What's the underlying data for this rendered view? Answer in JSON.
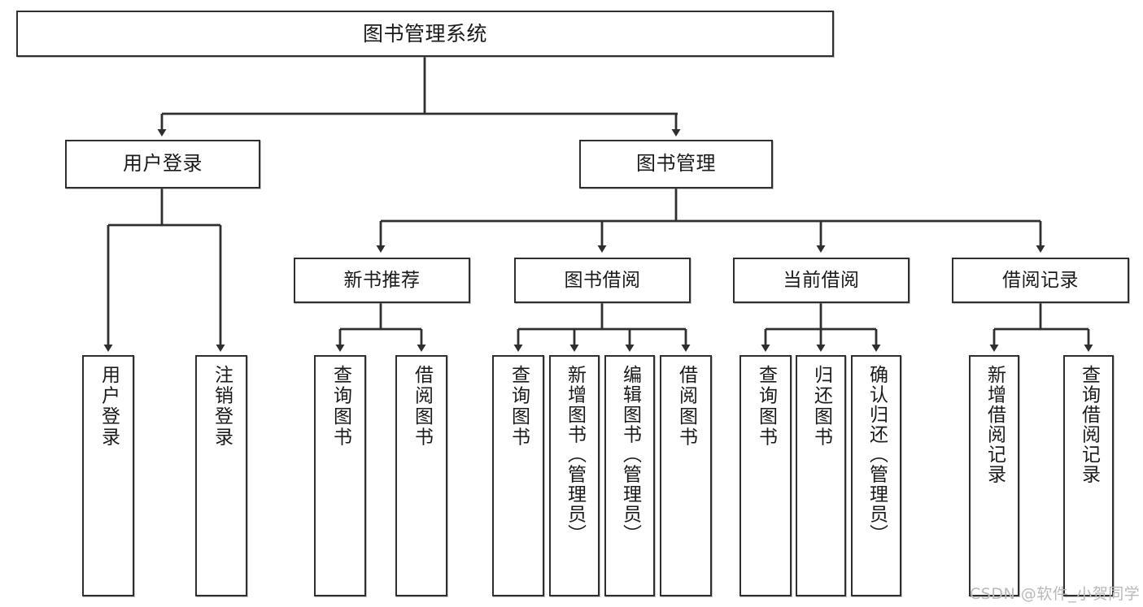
{
  "diagram": {
    "title": "图书管理系统",
    "type": "tree-hierarchy-chart",
    "root": {
      "label": "图书管理系统"
    },
    "level2": [
      {
        "label": "用户登录"
      },
      {
        "label": "图书管理"
      }
    ],
    "level3": [
      {
        "label": "新书推荐"
      },
      {
        "label": "图书借阅"
      },
      {
        "label": "当前借阅"
      },
      {
        "label": "借阅记录"
      }
    ],
    "leaves": {
      "user_login": [
        {
          "label": "用户登录"
        },
        {
          "label": "注销登录"
        }
      ],
      "new_book_recommend": [
        {
          "label": "查询图书"
        },
        {
          "label": "借阅图书"
        }
      ],
      "book_borrow": [
        {
          "label": "查询图书"
        },
        {
          "label": "新增图书（管理员）"
        },
        {
          "label": "编辑图书（管理员）"
        },
        {
          "label": "借阅图书"
        }
      ],
      "current_borrow": [
        {
          "label": "查询图书"
        },
        {
          "label": "归还图书"
        },
        {
          "label": "确认归还（管理员）"
        }
      ],
      "borrow_record": [
        {
          "label": "新增借阅记录"
        },
        {
          "label": "查询借阅记录"
        }
      ]
    }
  },
  "watermark": {
    "text": "CSDN @软件_小贺同学"
  },
  "colors": {
    "border": "#2f2f2f",
    "background": "#ffffff",
    "text": "#1a1a1a",
    "watermark": "#b9b9b9",
    "edge": "#2f2f2f"
  }
}
